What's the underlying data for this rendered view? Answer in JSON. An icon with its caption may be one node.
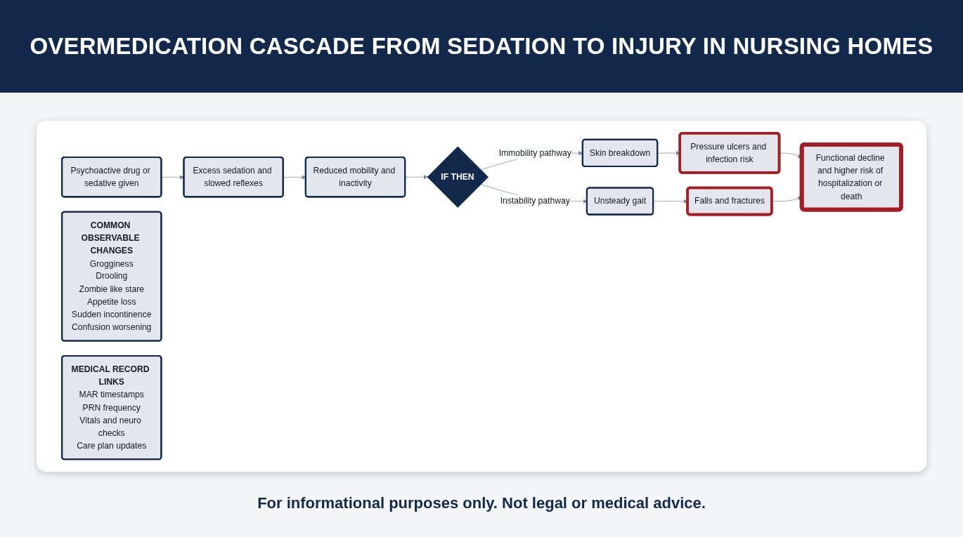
{
  "diagram": {
    "title": "OVERMEDICATION CASCADE FROM SEDATION TO INJURY IN NURSING HOMES",
    "caption": "For informational purposes only. Not legal or medical advice.",
    "nodes": [
      {
        "text": [
          "Psychoactive drug or sedative given"
        ]
      },
      {
        "text": [
          "Excess sedation and slowed reflexes"
        ]
      },
      {
        "text": [
          "Reduced mobility and inactivity"
        ]
      },
      {
        "text": [
          "IF THEN"
        ]
      },
      {
        "text": [
          "Skin breakdown"
        ]
      },
      {
        "text": [
          "Pressure ulcers and infection risk"
        ]
      },
      {
        "text": [
          "Unsteady gait"
        ]
      },
      {
        "text": [
          "Falls and fractures"
        ]
      },
      {
        "text": [
          "Functional decline and higher risk of hospitalization or death"
        ]
      },
      {
        "text": [
          "COMMON OBSERVABLE CHANGES",
          "Grogginess",
          "Drooling",
          "Zombie like stare",
          "Appetite loss",
          "Sudden incontinence",
          "Confusion worsening"
        ]
      },
      {
        "text": [
          "MEDICAL RECORD LINKS",
          "MAR timestamps",
          "PRN frequency",
          "Vitals and neuro checks",
          "Care plan updates"
        ]
      }
    ],
    "edges": [
      {
        "from": 0,
        "to": 1,
        "arrow": "to"
      },
      {
        "from": 1,
        "to": 2,
        "arrow": "to"
      },
      {
        "from": 2,
        "to": 3,
        "arrow": "to"
      },
      {
        "from": 3,
        "to": 4,
        "arrow": "to",
        "label": "Immobility pathway"
      },
      {
        "from": 3,
        "to": 6,
        "arrow": "to",
        "label": "Instability pathway"
      },
      {
        "from": 4,
        "to": 5,
        "arrow": "to"
      },
      {
        "from": 6,
        "to": 7,
        "arrow": "to"
      },
      {
        "from": 5,
        "to": 8,
        "arrow": "to"
      },
      {
        "from": 7,
        "to": 8,
        "arrow": "to"
      }
    ]
  }
}
